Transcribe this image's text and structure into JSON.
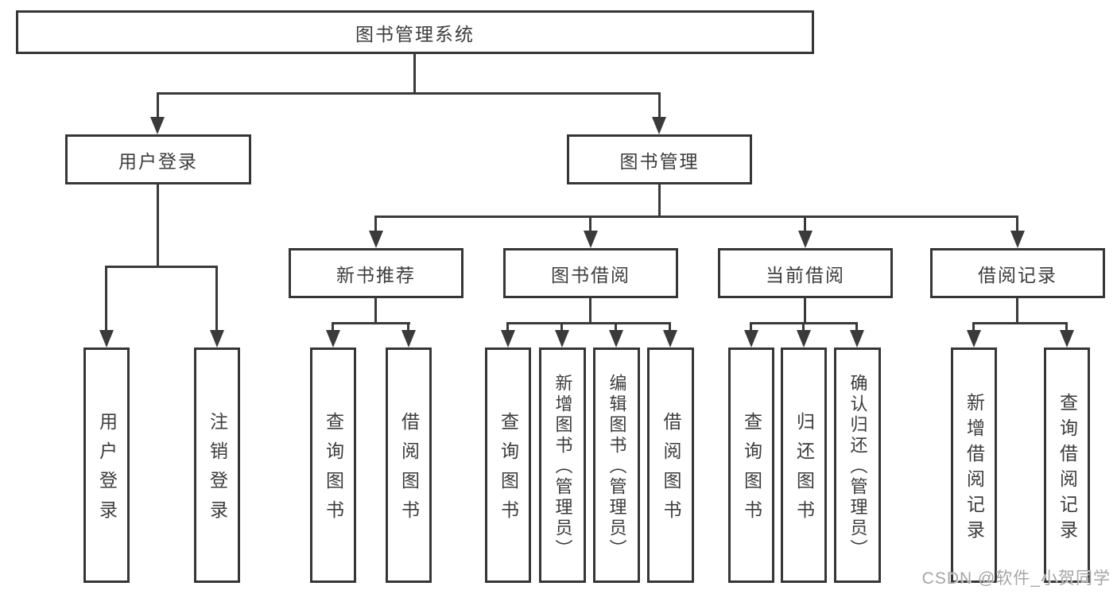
{
  "diagram": {
    "root": "图书管理系统",
    "branches": [
      {
        "label": "用户登录",
        "children": [
          "用户登录",
          "注销登录"
        ]
      },
      {
        "label": "图书管理",
        "groups": [
          {
            "label": "新书推荐",
            "children": [
              "查询图书",
              "借阅图书"
            ]
          },
          {
            "label": "图书借阅",
            "children": [
              "查询图书",
              "新增图书（管理员）",
              "编辑图书（管理员）",
              "借阅图书"
            ]
          },
          {
            "label": "当前借阅",
            "children": [
              "查询图书",
              "归还图书",
              "确认归还（管理员）"
            ]
          },
          {
            "label": "借阅记录",
            "children": [
              "新增借阅记录",
              "查询借阅记录"
            ]
          }
        ]
      }
    ]
  },
  "colors": {
    "line": "#3a3a3a",
    "border": "#363636",
    "text": "#3c3c3c",
    "watermark": "#a5a5a5"
  },
  "watermark": "CSDN @软件_小贺同学"
}
